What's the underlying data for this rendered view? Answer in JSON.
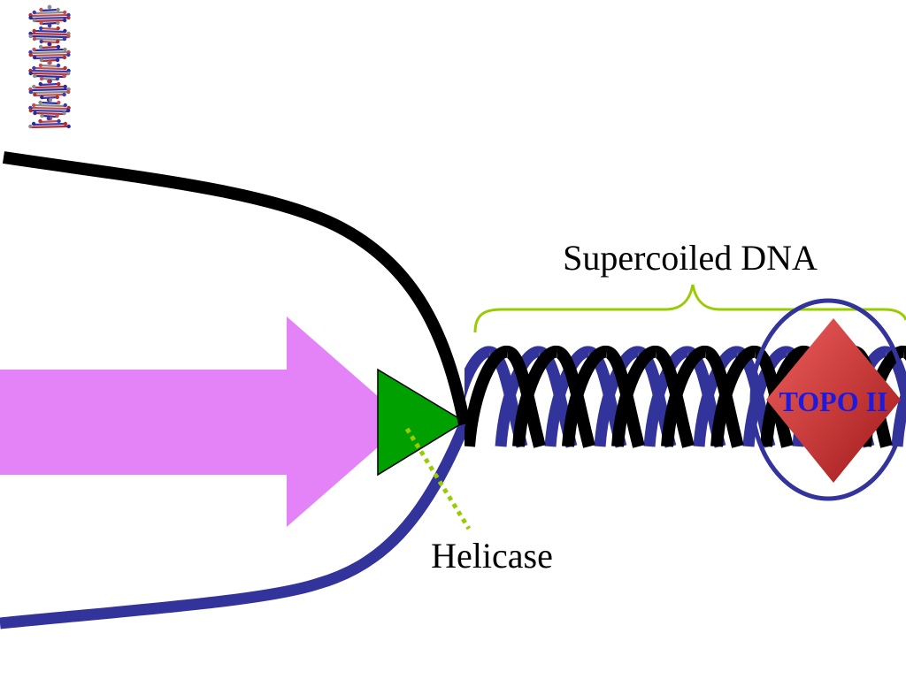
{
  "labels": {
    "supercoiled": "Supercoiled DNA",
    "helicase": "Helicase",
    "topo": "TOPO II"
  },
  "colors": {
    "strand_black": "#000000",
    "strand_blue": "#33349b",
    "arrow_pink": "#e482f8",
    "helicase_green": "#00a000",
    "brace_green": "#99cc00",
    "topo_red": "#e64545",
    "topo_text": "#1a1ae0",
    "ellipse_blue": "#33349b"
  },
  "icons": {
    "dna_thumbnail": "dna-double-helix-icon"
  },
  "helix": {
    "black_turns": 9,
    "blue_turns": 9
  }
}
